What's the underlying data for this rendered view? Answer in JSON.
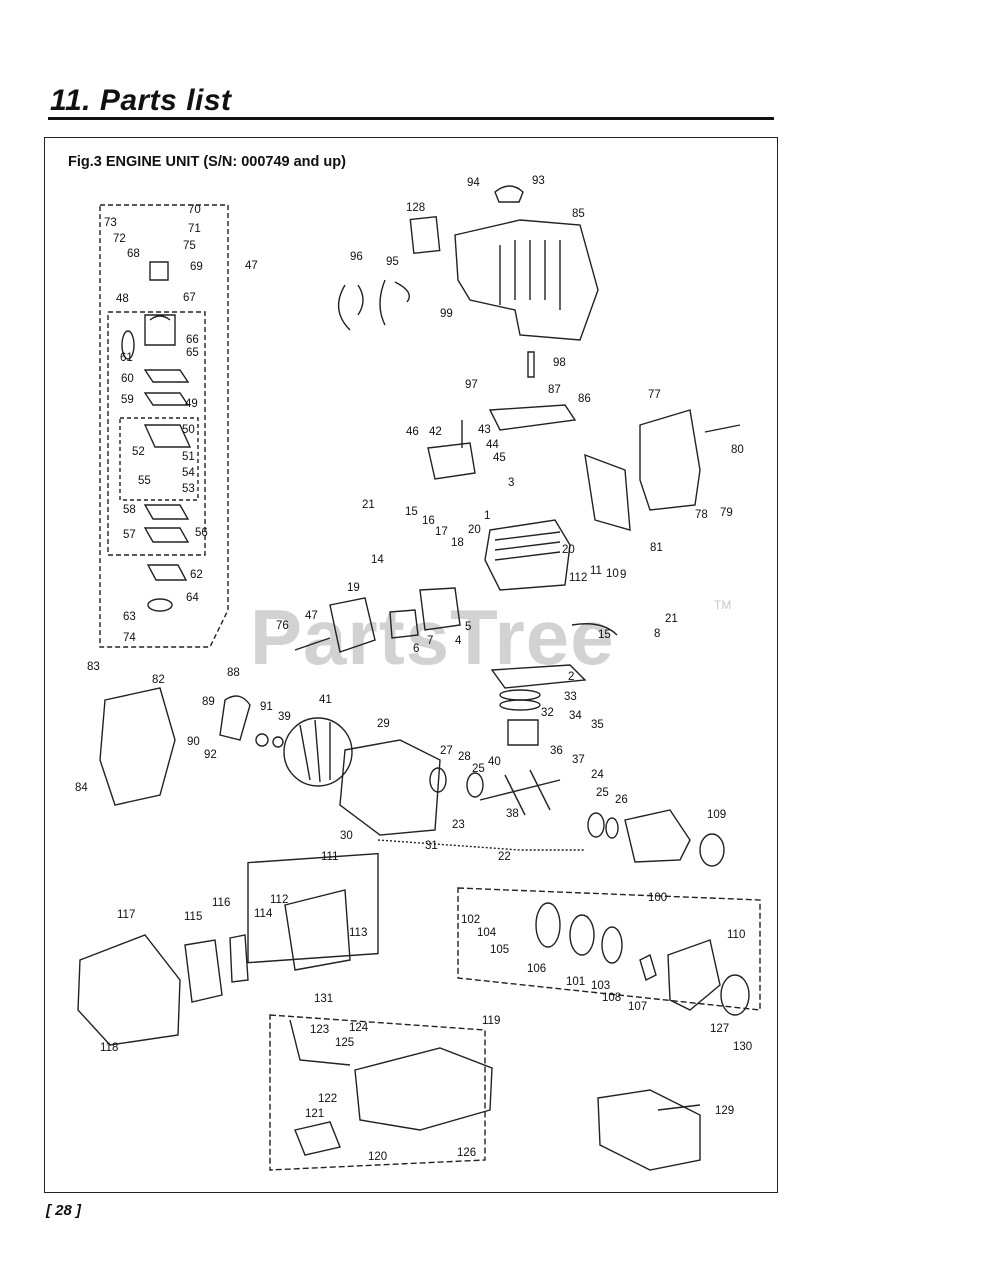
{
  "heading": "11. Parts list",
  "figure_title": "Fig.3 ENGINE UNIT  (S/N: 000749 and up)",
  "page_number": "[ 28 ]",
  "watermark": "PartsTree",
  "trademark": "TM",
  "callouts": [
    "94",
    "93",
    "128",
    "85",
    "96",
    "95",
    "99",
    "98",
    "87",
    "97",
    "86",
    "77",
    "80",
    "46",
    "42",
    "43",
    "44",
    "45",
    "78",
    "79",
    "81",
    "3",
    "1",
    "21",
    "15",
    "16",
    "17",
    "18",
    "20",
    "19",
    "14",
    "20",
    "112",
    "11",
    "10",
    "9",
    "21",
    "8",
    "15",
    "76",
    "47",
    "7",
    "6",
    "4",
    "5",
    "2",
    "33",
    "32",
    "34",
    "35",
    "83",
    "82",
    "88",
    "89",
    "91",
    "39",
    "90",
    "92",
    "41",
    "29",
    "84",
    "27",
    "28",
    "25",
    "40",
    "36",
    "37",
    "24",
    "25",
    "26",
    "109",
    "23",
    "38",
    "30",
    "31",
    "22",
    "111",
    "117",
    "115",
    "116",
    "112",
    "114",
    "113",
    "100",
    "102",
    "104",
    "105",
    "106",
    "101",
    "103",
    "108",
    "107",
    "110",
    "127",
    "130",
    "131",
    "123",
    "124",
    "125",
    "119",
    "118",
    "122",
    "121",
    "120",
    "126",
    "129",
    "70",
    "73",
    "72",
    "71",
    "68",
    "75",
    "69",
    "47",
    "67",
    "48",
    "66",
    "65",
    "61",
    "60",
    "59",
    "49",
    "50",
    "52",
    "51",
    "54",
    "55",
    "53",
    "58",
    "57",
    "56",
    "62",
    "64",
    "63",
    "74"
  ]
}
